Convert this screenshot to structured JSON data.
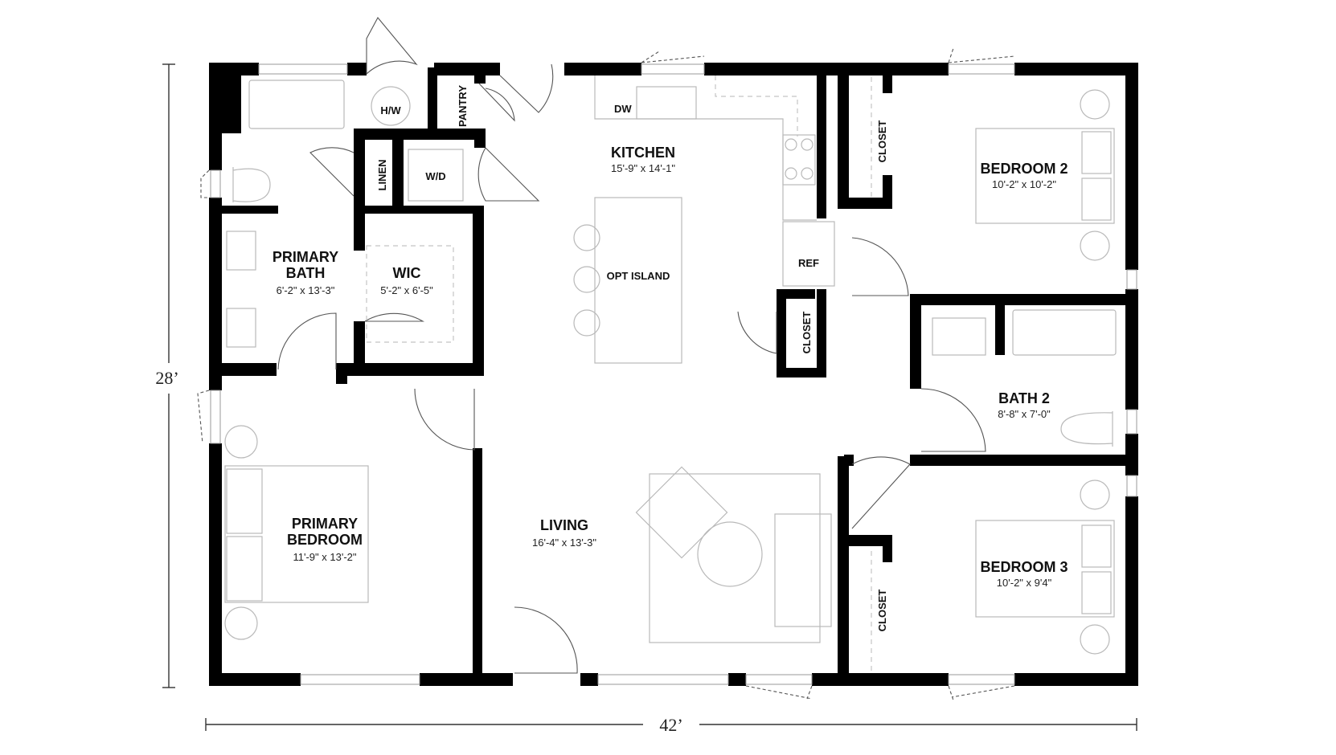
{
  "dimensions": {
    "height": "28’",
    "width": "42’"
  },
  "rooms": {
    "kitchen": {
      "name": "KITCHEN",
      "size": "15'-9\" x 14'-1\""
    },
    "bedroom2": {
      "name": "BEDROOM 2",
      "size": "10'-2\" x 10'-2\""
    },
    "primary_bath": {
      "name_line1": "PRIMARY",
      "name_line2": "BATH",
      "size": "6'-2\" x 13'-3\""
    },
    "wic": {
      "name": "WIC",
      "size": "5'-2\" x 6'-5\""
    },
    "bath2": {
      "name": "BATH 2",
      "size": "8'-8\" x 7'-0\""
    },
    "primary_bedroom": {
      "name_line1": "PRIMARY",
      "name_line2": "BEDROOM",
      "size": "11'-9\" x 13'-2\""
    },
    "living": {
      "name": "LIVING",
      "size": "16'-4\" x 13'-3\""
    },
    "bedroom3": {
      "name": "BEDROOM 3",
      "size": "10'-2\" x 9'4\""
    }
  },
  "labels": {
    "hw": "H/W",
    "pantry": "PANTRY",
    "linen": "LINEN",
    "wd": "W/D",
    "dw": "DW",
    "ref": "REF",
    "opt_island": "OPT ISLAND",
    "closet_bed2": "CLOSET",
    "closet_kitchen": "CLOSET",
    "closet_bed3": "CLOSET"
  }
}
